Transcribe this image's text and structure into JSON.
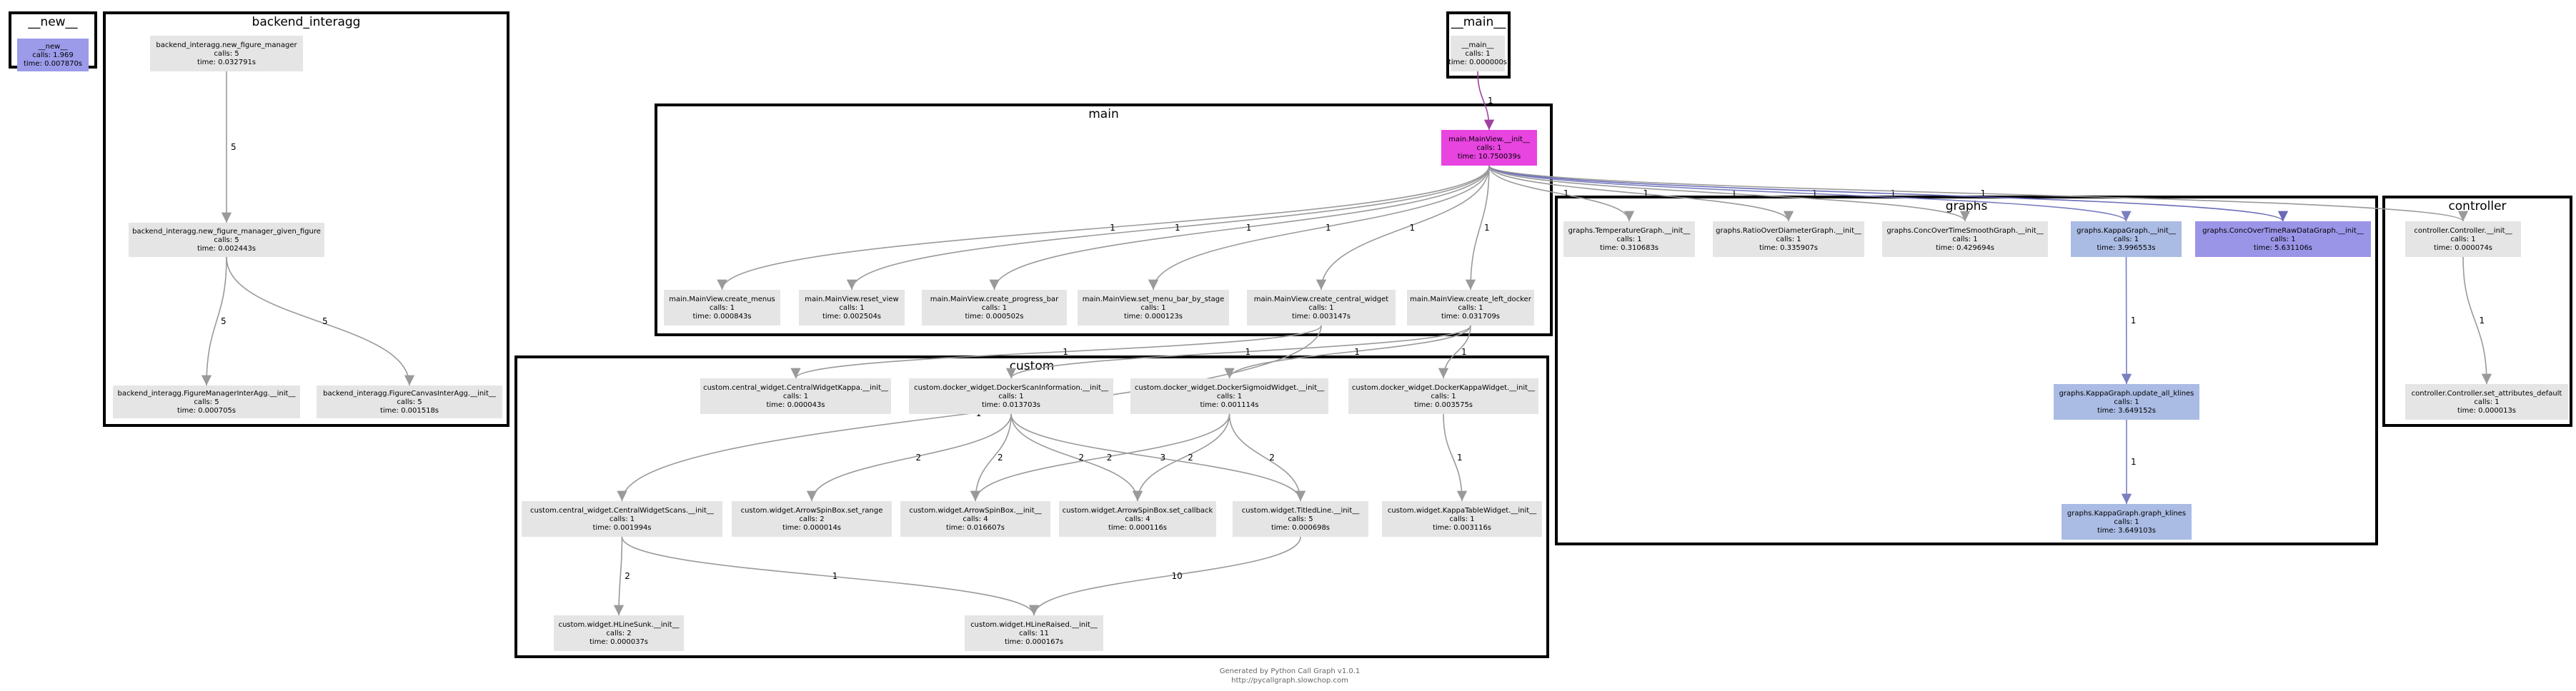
{
  "clusters": [
    {
      "id": "c_new",
      "title": "__new__"
    },
    {
      "id": "c_backend",
      "title": "backend_interagg"
    },
    {
      "id": "c_main_top",
      "title": "__main__"
    },
    {
      "id": "c_main",
      "title": "main"
    },
    {
      "id": "c_graphs",
      "title": "graphs"
    },
    {
      "id": "c_controller",
      "title": "controller"
    },
    {
      "id": "c_custom",
      "title": "custom"
    }
  ],
  "nodes": [
    {
      "id": "new_new",
      "lines": [
        "__new__",
        "calls: 1.969",
        "time: 0.007870s"
      ],
      "color": "#9b9bea"
    },
    {
      "id": "be_nfm",
      "lines": [
        "backend_interagg.new_figure_manager",
        "calls: 5",
        "time: 0.032791s"
      ],
      "color": "#e5e5e5"
    },
    {
      "id": "be_nfmgf",
      "lines": [
        "backend_interagg.new_figure_manager_given_figure",
        "calls: 5",
        "time: 0.002443s"
      ],
      "color": "#e5e5e5"
    },
    {
      "id": "be_fmi",
      "lines": [
        "backend_interagg.FigureManagerInterAgg.__init__",
        "calls: 5",
        "time: 0.000705s"
      ],
      "color": "#e5e5e5"
    },
    {
      "id": "be_fci",
      "lines": [
        "backend_interagg.FigureCanvasInterAgg.__init__",
        "calls: 5",
        "time: 0.001518s"
      ],
      "color": "#e5e5e5"
    },
    {
      "id": "top_main",
      "lines": [
        "__main__",
        "calls: 1",
        "time: 0.000000s"
      ],
      "color": "#e5e5e5"
    },
    {
      "id": "mv_init",
      "lines": [
        "main.MainView.__init__",
        "calls: 1",
        "time: 10.750039s"
      ],
      "color": "#e844e0"
    },
    {
      "id": "mv_menus",
      "lines": [
        "main.MainView.create_menus",
        "calls: 1",
        "time: 0.000843s"
      ],
      "color": "#e5e5e5"
    },
    {
      "id": "mv_reset",
      "lines": [
        "main.MainView.reset_view",
        "calls: 1",
        "time: 0.002504s"
      ],
      "color": "#e5e5e5"
    },
    {
      "id": "mv_progress",
      "lines": [
        "main.MainView.create_progress_bar",
        "calls: 1",
        "time: 0.000502s"
      ],
      "color": "#e5e5e5"
    },
    {
      "id": "mv_menubar",
      "lines": [
        "main.MainView.set_menu_bar_by_stage",
        "calls: 1",
        "time: 0.000123s"
      ],
      "color": "#e5e5e5"
    },
    {
      "id": "mv_central",
      "lines": [
        "main.MainView.create_central_widget",
        "calls: 1",
        "time: 0.003147s"
      ],
      "color": "#e5e5e5"
    },
    {
      "id": "mv_leftdock",
      "lines": [
        "main.MainView.create_left_docker",
        "calls: 1",
        "time: 0.031709s"
      ],
      "color": "#e5e5e5"
    },
    {
      "id": "g_temp",
      "lines": [
        "graphs.TemperatureGraph.__init__",
        "calls: 1",
        "time: 0.310683s"
      ],
      "color": "#e5e5e5"
    },
    {
      "id": "g_ratio",
      "lines": [
        "graphs.RatioOverDiameterGraph.__init__",
        "calls: 1",
        "time: 0.335907s"
      ],
      "color": "#e5e5e5"
    },
    {
      "id": "g_smooth",
      "lines": [
        "graphs.ConcOverTimeSmoothGraph.__init__",
        "calls: 1",
        "time: 0.429694s"
      ],
      "color": "#e5e5e5"
    },
    {
      "id": "g_kappa",
      "lines": [
        "graphs.KappaGraph.__init__",
        "calls: 1",
        "time: 3.996553s"
      ],
      "color": "#aabbe4"
    },
    {
      "id": "g_raw",
      "lines": [
        "graphs.ConcOverTimeRawDataGraph.__init__",
        "calls: 1",
        "time: 5.631106s"
      ],
      "color": "#9b95e8"
    },
    {
      "id": "g_update",
      "lines": [
        "graphs.KappaGraph.update_all_klines",
        "calls: 1",
        "time: 3.649152s"
      ],
      "color": "#aabbe4"
    },
    {
      "id": "g_klines",
      "lines": [
        "graphs.KappaGraph.graph_klines",
        "calls: 1",
        "time: 3.649103s"
      ],
      "color": "#aabbe4"
    },
    {
      "id": "ctl_init",
      "lines": [
        "controller.Controller.__init__",
        "calls: 1",
        "time: 0.000074s"
      ],
      "color": "#e5e5e5"
    },
    {
      "id": "ctl_attr",
      "lines": [
        "controller.Controller.set_attributes_default",
        "calls: 1",
        "time: 0.000013s"
      ],
      "color": "#e5e5e5"
    },
    {
      "id": "cu_kappa",
      "lines": [
        "custom.central_widget.CentralWidgetKappa.__init__",
        "calls: 1",
        "time: 0.000043s"
      ],
      "color": "#e5e5e5"
    },
    {
      "id": "cu_scan",
      "lines": [
        "custom.docker_widget.DockerScanInformation.__init__",
        "calls: 1",
        "time: 0.013703s"
      ],
      "color": "#e5e5e5"
    },
    {
      "id": "cu_sigmoid",
      "lines": [
        "custom.docker_widget.DockerSigmoidWidget.__init__",
        "calls: 1",
        "time: 0.001114s"
      ],
      "color": "#e5e5e5"
    },
    {
      "id": "cu_dkappa",
      "lines": [
        "custom.docker_widget.DockerKappaWidget.__init__",
        "calls: 1",
        "time: 0.003575s"
      ],
      "color": "#e5e5e5"
    },
    {
      "id": "cu_cwscans",
      "lines": [
        "custom.central_widget.CentralWidgetScans.__init__",
        "calls: 1",
        "time: 0.001994s"
      ],
      "color": "#e5e5e5"
    },
    {
      "id": "cu_setrange",
      "lines": [
        "custom.widget.ArrowSpinBox.set_range",
        "calls: 2",
        "time: 0.000014s"
      ],
      "color": "#e5e5e5"
    },
    {
      "id": "cu_spinbox",
      "lines": [
        "custom.widget.ArrowSpinBox.__init__",
        "calls: 4",
        "time: 0.016607s"
      ],
      "color": "#e5e5e5"
    },
    {
      "id": "cu_setcb",
      "lines": [
        "custom.widget.ArrowSpinBox.set_callback",
        "calls: 4",
        "time: 0.000116s"
      ],
      "color": "#e5e5e5"
    },
    {
      "id": "cu_titled",
      "lines": [
        "custom.widget.TitledLine.__init__",
        "calls: 5",
        "time: 0.000698s"
      ],
      "color": "#e5e5e5"
    },
    {
      "id": "cu_kappatable",
      "lines": [
        "custom.widget.KappaTableWidget.__init__",
        "calls: 1",
        "time: 0.003116s"
      ],
      "color": "#e5e5e5"
    },
    {
      "id": "cu_hsunk",
      "lines": [
        "custom.widget.HLineSunk.__init__",
        "calls: 2",
        "time: 0.000037s"
      ],
      "color": "#e5e5e5"
    },
    {
      "id": "cu_hraised",
      "lines": [
        "custom.widget.HLineRaised.__init__",
        "calls: 11",
        "time: 0.000167s"
      ],
      "color": "#e5e5e5"
    }
  ],
  "edges": [
    {
      "from": "be_nfm",
      "to": "be_nfmgf",
      "label": "5",
      "color": "#9a9a9a"
    },
    {
      "from": "be_nfmgf",
      "to": "be_fmi",
      "label": "5",
      "color": "#9a9a9a"
    },
    {
      "from": "be_nfmgf",
      "to": "be_fci",
      "label": "5",
      "color": "#9a9a9a"
    },
    {
      "from": "top_main",
      "to": "mv_init",
      "label": "1",
      "color": "#a040a0"
    },
    {
      "from": "mv_init",
      "to": "mv_menus",
      "label": "1",
      "color": "#9a9a9a"
    },
    {
      "from": "mv_init",
      "to": "mv_reset",
      "label": "1",
      "color": "#9a9a9a"
    },
    {
      "from": "mv_init",
      "to": "mv_progress",
      "label": "1",
      "color": "#9a9a9a"
    },
    {
      "from": "mv_init",
      "to": "mv_menubar",
      "label": "1",
      "color": "#9a9a9a"
    },
    {
      "from": "mv_init",
      "to": "mv_central",
      "label": "1",
      "color": "#9a9a9a"
    },
    {
      "from": "mv_init",
      "to": "mv_leftdock",
      "label": "1",
      "color": "#9a9a9a"
    },
    {
      "from": "mv_init",
      "to": "g_temp",
      "label": "1",
      "color": "#9a9a9a"
    },
    {
      "from": "mv_init",
      "to": "g_ratio",
      "label": "1",
      "color": "#9a9a9a"
    },
    {
      "from": "mv_init",
      "to": "g_smooth",
      "label": "1",
      "color": "#9a9a9a"
    },
    {
      "from": "mv_init",
      "to": "g_kappa",
      "label": "1",
      "color": "#7a7fc0"
    },
    {
      "from": "mv_init",
      "to": "g_raw",
      "label": "1",
      "color": "#6a6ab8"
    },
    {
      "from": "mv_init",
      "to": "ctl_init",
      "label": "1",
      "color": "#9a9a9a"
    },
    {
      "from": "g_kappa",
      "to": "g_update",
      "label": "1",
      "color": "#7a7fc0"
    },
    {
      "from": "g_update",
      "to": "g_klines",
      "label": "1",
      "color": "#7a7fc0"
    },
    {
      "from": "ctl_init",
      "to": "ctl_attr",
      "label": "1",
      "color": "#9a9a9a"
    },
    {
      "from": "mv_central",
      "to": "cu_kappa",
      "label": "1",
      "color": "#9a9a9a"
    },
    {
      "from": "mv_central",
      "to": "cu_cwscans",
      "label": "1",
      "color": "#9a9a9a"
    },
    {
      "from": "mv_leftdock",
      "to": "cu_scan",
      "label": "1",
      "color": "#9a9a9a"
    },
    {
      "from": "mv_leftdock",
      "to": "cu_sigmoid",
      "label": "1",
      "color": "#9a9a9a"
    },
    {
      "from": "mv_leftdock",
      "to": "cu_dkappa",
      "label": "1",
      "color": "#9a9a9a"
    },
    {
      "from": "cu_scan",
      "to": "cu_setrange",
      "label": "2",
      "color": "#9a9a9a"
    },
    {
      "from": "cu_scan",
      "to": "cu_spinbox",
      "label": "2",
      "color": "#9a9a9a"
    },
    {
      "from": "cu_scan",
      "to": "cu_setcb",
      "label": "2",
      "color": "#9a9a9a"
    },
    {
      "from": "cu_scan",
      "to": "cu_titled",
      "label": "3",
      "color": "#9a9a9a"
    },
    {
      "from": "cu_sigmoid",
      "to": "cu_spinbox",
      "label": "2",
      "color": "#9a9a9a"
    },
    {
      "from": "cu_sigmoid",
      "to": "cu_setcb",
      "label": "2",
      "color": "#9a9a9a"
    },
    {
      "from": "cu_sigmoid",
      "to": "cu_titled",
      "label": "2",
      "color": "#9a9a9a"
    },
    {
      "from": "cu_dkappa",
      "to": "cu_kappatable",
      "label": "1",
      "color": "#9a9a9a"
    },
    {
      "from": "cu_cwscans",
      "to": "cu_hsunk",
      "label": "2",
      "color": "#9a9a9a"
    },
    {
      "from": "cu_cwscans",
      "to": "cu_hraised",
      "label": "1",
      "color": "#9a9a9a"
    },
    {
      "from": "cu_titled",
      "to": "cu_hraised",
      "label": "10",
      "color": "#9a9a9a"
    }
  ],
  "footer": {
    "line1": "Generated by Python Call Graph v1.0.1",
    "line2": "http://pycallgraph.slowchop.com"
  }
}
